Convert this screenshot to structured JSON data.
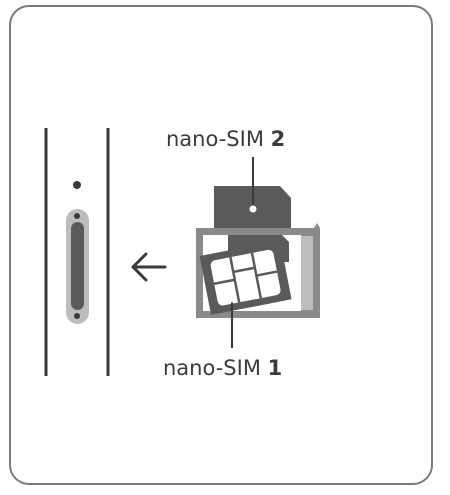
{
  "labels": {
    "sim2": {
      "text": "nano-SIM ",
      "number": "2"
    },
    "sim1": {
      "text": "nano-SIM ",
      "number": "1"
    }
  },
  "colors": {
    "frame_border": "#7a7a7a",
    "phone_edge": "#3a3a3a",
    "tray": "#8a8a8a",
    "tray_light": "#bdbdbd",
    "sim_dark": "#5a5a5a",
    "text": "#3b3b3b"
  },
  "icons": {
    "arrow": "arrow-left-icon"
  }
}
